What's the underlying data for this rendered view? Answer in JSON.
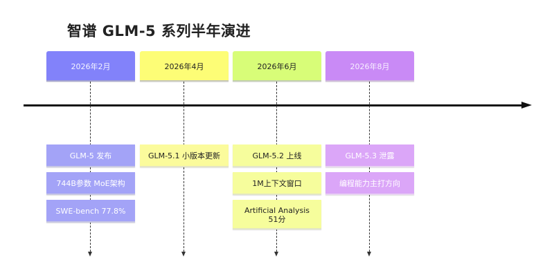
{
  "title": "智谱 GLM-5 系列半年演进",
  "colors": {
    "blue": "#8282fa",
    "yellow": "#fdfd76",
    "green": "#d8fd78",
    "purple": "#c98af6",
    "axis": "#111111"
  },
  "timeline": [
    {
      "date": "2026年2月",
      "events": [
        "GLM-5 发布",
        "744B参数 MoE架构",
        "SWE-bench 77.8%"
      ]
    },
    {
      "date": "2026年4月",
      "events": [
        "GLM-5.1 小版本更新"
      ]
    },
    {
      "date": "2026年6月",
      "events": [
        "GLM-5.2 上线",
        "1M上下文窗口",
        "Artificial Analysis\n51分"
      ]
    },
    {
      "date": "2026年8月",
      "events": [
        "GLM-5.3 泄露",
        "编程能力主打方向"
      ]
    }
  ]
}
